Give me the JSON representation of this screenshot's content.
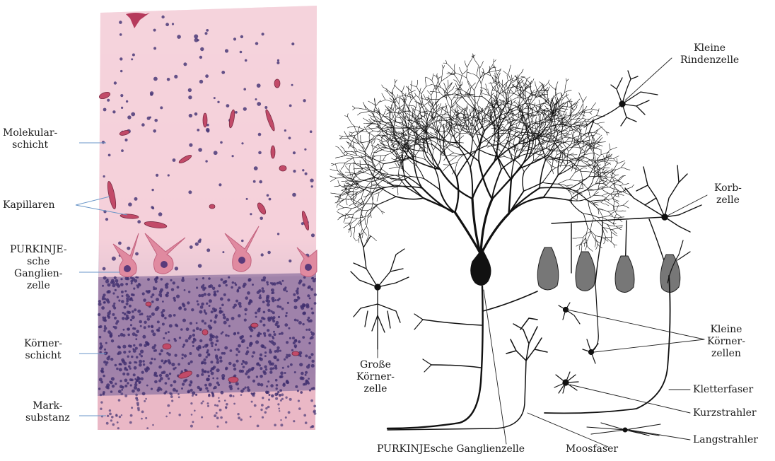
{
  "colors": {
    "tissue_light": "#f5d3dc",
    "tissue_mid": "#ecaec0",
    "purkinje_cell": "#e08aa0",
    "nucleus": "#4a3a78",
    "granule_layer": "#a38ab0",
    "capillary": "#c24a68",
    "label_line": "#6a96c8",
    "ink": "#111111"
  },
  "left_labels": {
    "molekularschicht": [
      "Molekular-",
      "schicht"
    ],
    "kapillaren": [
      "Kapillaren"
    ],
    "purkinje_ganglienzelle": [
      "PURKINJE-",
      "sche",
      "Ganglien-",
      "zelle"
    ],
    "koernerschicht": [
      "Körner-",
      "schicht"
    ],
    "marksubstanz": [
      "Mark-",
      "substanz"
    ]
  },
  "right_labels": {
    "kleine_rindenzelle": [
      "Kleine",
      "Rindenzelle"
    ],
    "korbzelle": [
      "Korb-",
      "zelle"
    ],
    "kleine_koernerzellen": [
      "Kleine",
      "Körner-",
      "zellen"
    ],
    "kletterfaser": "Kletterfaser",
    "kurzstrahler": "Kurzstrahler",
    "langstrahler": "Langstrahler",
    "grosse_koernerzelle": [
      "Große",
      "Körner-",
      "zelle"
    ],
    "purkinjesche_ganglienzelle": "PURKINJEsche Ganglienzelle",
    "moosfaser": "Moosfaser"
  }
}
